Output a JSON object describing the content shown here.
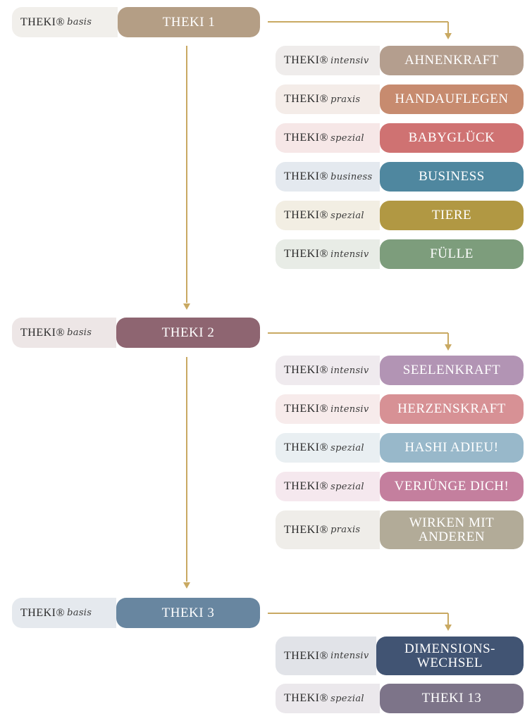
{
  "brand": "THEKI",
  "colors": {
    "connector": "#c9a962"
  },
  "groups": [
    {
      "main": {
        "label": "THEKI 1",
        "sub": "basis",
        "color": "#b49e85",
        "bg": "#f1efeb"
      },
      "courses": [
        {
          "label": "AHNENKRAFT",
          "sub": "intensiv",
          "color": "#b49e8e",
          "bg": "#efeceb"
        },
        {
          "label": "HANDAUFLEGEN",
          "sub": "praxis",
          "color": "#c78b6f",
          "bg": "#f4ece8"
        },
        {
          "label": "BABYGLÜCK",
          "sub": "spezial",
          "color": "#cf7272",
          "bg": "#f6e7e7"
        },
        {
          "label": "BUSINESS",
          "sub": "business",
          "color": "#4f879f",
          "bg": "#e4e9ef"
        },
        {
          "label": "TIERE",
          "sub": "spezial",
          "color": "#b19843",
          "bg": "#f2eee3"
        },
        {
          "label": "FÜLLE",
          "sub": "intensiv",
          "color": "#7d9d7c",
          "bg": "#e8ece6"
        }
      ]
    },
    {
      "main": {
        "label": "THEKI 2",
        "sub": "basis",
        "color": "#8e6571",
        "bg": "#ede6e6"
      },
      "courses": [
        {
          "label": "SEELENKRAFT",
          "sub": "intensiv",
          "color": "#b294b4",
          "bg": "#efeaee"
        },
        {
          "label": "HERZENSKRAFT",
          "sub": "intensiv",
          "color": "#d79195",
          "bg": "#f7ebeb"
        },
        {
          "label": "HASHI ADIEU!",
          "sub": "spezial",
          "color": "#98b8ca",
          "bg": "#e9eff2"
        },
        {
          "label": "VERJÜNGE DICH!",
          "sub": "spezial",
          "color": "#c47f9e",
          "bg": "#f5e8ee"
        },
        {
          "label": "WIRKEN MIT ANDEREN",
          "sub": "praxis",
          "color": "#b2ab98",
          "bg": "#efede9"
        }
      ]
    },
    {
      "main": {
        "label": "THEKI 3",
        "sub": "basis",
        "color": "#6886a0",
        "bg": "#e5e9ee"
      },
      "courses": [
        {
          "label": "DIMENSIONS-WECHSEL",
          "sub": "intensiv",
          "color": "#415473",
          "bg": "#e1e3e8"
        },
        {
          "label": "THEKI 13",
          "sub": "spezial",
          "color": "#7d7489",
          "bg": "#ebe8ec"
        }
      ]
    }
  ]
}
